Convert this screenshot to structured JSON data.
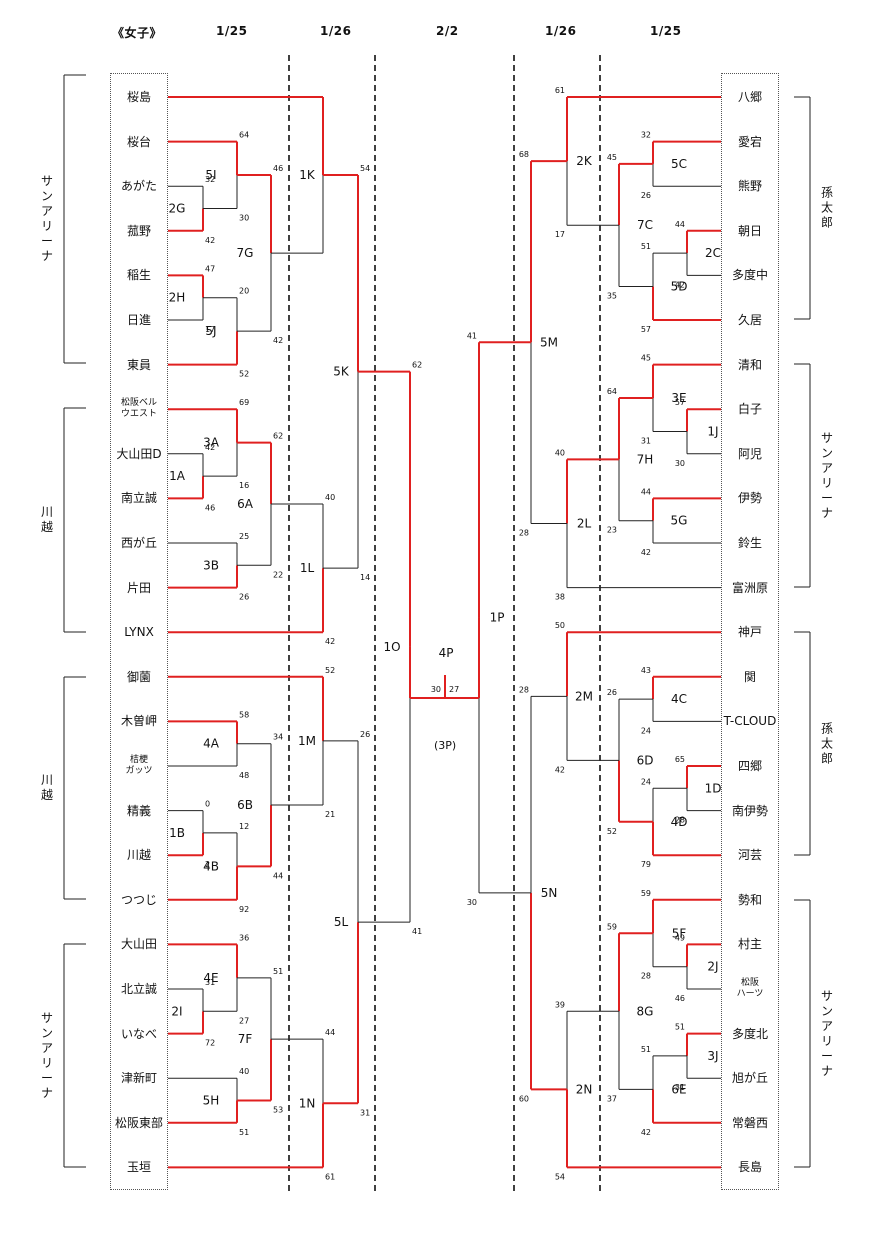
{
  "header": {
    "category": "《女子》",
    "dates": [
      "1/25",
      "1/26",
      "2/2",
      "1/26",
      "1/25"
    ]
  },
  "teams_left": [
    "桜島",
    "桜台",
    "あがた",
    "菰野",
    "稲生",
    "日進",
    "東員",
    "松阪ベル\nウエスト",
    "大山田D",
    "南立誠",
    "西が丘",
    "片田",
    "LYNX",
    "御薗",
    "木曽岬",
    "桔梗\nガッツ",
    "精義",
    "川越",
    "つつじ",
    "大山田",
    "北立誠",
    "いなべ",
    "津新町",
    "松阪東部",
    "玉垣"
  ],
  "teams_right": [
    "八郷",
    "愛宕",
    "熊野",
    "朝日",
    "多度中",
    "久居",
    "清和",
    "白子",
    "阿児",
    "伊勢",
    "鈴生",
    "富洲原",
    "神戸",
    "関",
    "T-CLOUD",
    "四郷",
    "南伊勢",
    "河芸",
    "勢和",
    "村主",
    "松阪\nハーツ",
    "多度北",
    "旭が丘",
    "常磐西",
    "長島"
  ],
  "venues": [
    {
      "text": "サンアリーナ"
    },
    {
      "text": "川越"
    },
    {
      "text": "川越"
    },
    {
      "text": "サンアリーナ"
    },
    {
      "text": "孫太郎"
    },
    {
      "text": "サンアリーナ"
    },
    {
      "text": "孫太郎"
    },
    {
      "text": "サンアリーナ"
    }
  ],
  "third_place_label": "(3P)",
  "matches": [
    {
      "id": "2G",
      "s1": 32,
      "s2": 42
    },
    {
      "id": "5I",
      "s1": 64,
      "s2": 30
    },
    {
      "id": "2H",
      "s1": 47,
      "s2": 17
    },
    {
      "id": "5J",
      "s1": 20,
      "s2": 52
    },
    {
      "id": "7G",
      "s1": 46,
      "s2": 42
    },
    {
      "id": "1K"
    },
    {
      "id": "1A",
      "s1": 42,
      "s2": 46
    },
    {
      "id": "3A",
      "s1": 69,
      "s2": 16
    },
    {
      "id": "3B",
      "s1": 25,
      "s2": 26
    },
    {
      "id": "6A",
      "s1": 62,
      "s2": 22
    },
    {
      "id": "1L",
      "s1": 40,
      "s2": 42
    },
    {
      "id": "5K",
      "s1": 54,
      "s2": 14
    },
    {
      "id": "4A",
      "s1": 58,
      "s2": 48
    },
    {
      "id": "1B",
      "s1": 0,
      "s2": 2
    },
    {
      "id": "4B",
      "s1": 12,
      "s2": 92
    },
    {
      "id": "6B",
      "s1": 34,
      "s2": 44
    },
    {
      "id": "1M",
      "s1": 52,
      "s2": 21
    },
    {
      "id": "2I",
      "s1": 31,
      "s2": 72
    },
    {
      "id": "4E",
      "s1": 36,
      "s2": 27
    },
    {
      "id": "5H",
      "s1": 40,
      "s2": 51
    },
    {
      "id": "7F",
      "s1": 51,
      "s2": 53
    },
    {
      "id": "1N",
      "s1": 44,
      "s2": 61
    },
    {
      "id": "5L",
      "s1": 26,
      "s2": 31
    },
    {
      "id": "1O",
      "s1": 62,
      "s2": 41
    },
    {
      "id": "4P",
      "s1": 30,
      "s2": 27
    },
    {
      "id": "1P",
      "s1": 41,
      "s2": 30
    },
    {
      "id": "2K",
      "s1": 61,
      "s2": 17
    },
    {
      "id": "5C",
      "s1": 32,
      "s2": 26
    },
    {
      "id": "2C",
      "s1": 44,
      "s2": 42
    },
    {
      "id": "5D",
      "s1": 51,
      "s2": 57
    },
    {
      "id": "7C",
      "s1": 45,
      "s2": 35
    },
    {
      "id": "5M",
      "s1": 68,
      "s2": 28
    },
    {
      "id": "3E",
      "s1": 45,
      "s2": 31
    },
    {
      "id": "1J",
      "s1": 57,
      "s2": 30
    },
    {
      "id": "7H",
      "s1": 64,
      "s2": 23
    },
    {
      "id": "5G",
      "s1": 44,
      "s2": 42
    },
    {
      "id": "2L",
      "s1": 40,
      "s2": 38
    },
    {
      "id": "2M",
      "s1": 50,
      "s2": 42
    },
    {
      "id": "4C",
      "s1": 43,
      "s2": 24
    },
    {
      "id": "1D",
      "s1": 65,
      "s2": 28
    },
    {
      "id": "4D",
      "s1": 24,
      "s2": 79
    },
    {
      "id": "6D",
      "s1": 26,
      "s2": 52
    },
    {
      "id": "5N",
      "s1": 28,
      "s2": 60
    },
    {
      "id": "5F",
      "s1": 59,
      "s2": 28
    },
    {
      "id": "2J",
      "s1": 49,
      "s2": 46
    },
    {
      "id": "3J",
      "s1": 51,
      "s2": 31
    },
    {
      "id": "6E",
      "s1": 51,
      "s2": 42
    },
    {
      "id": "8G",
      "s1": 59,
      "s2": 37
    },
    {
      "id": "2N",
      "s1": 39,
      "s2": 54
    }
  ]
}
